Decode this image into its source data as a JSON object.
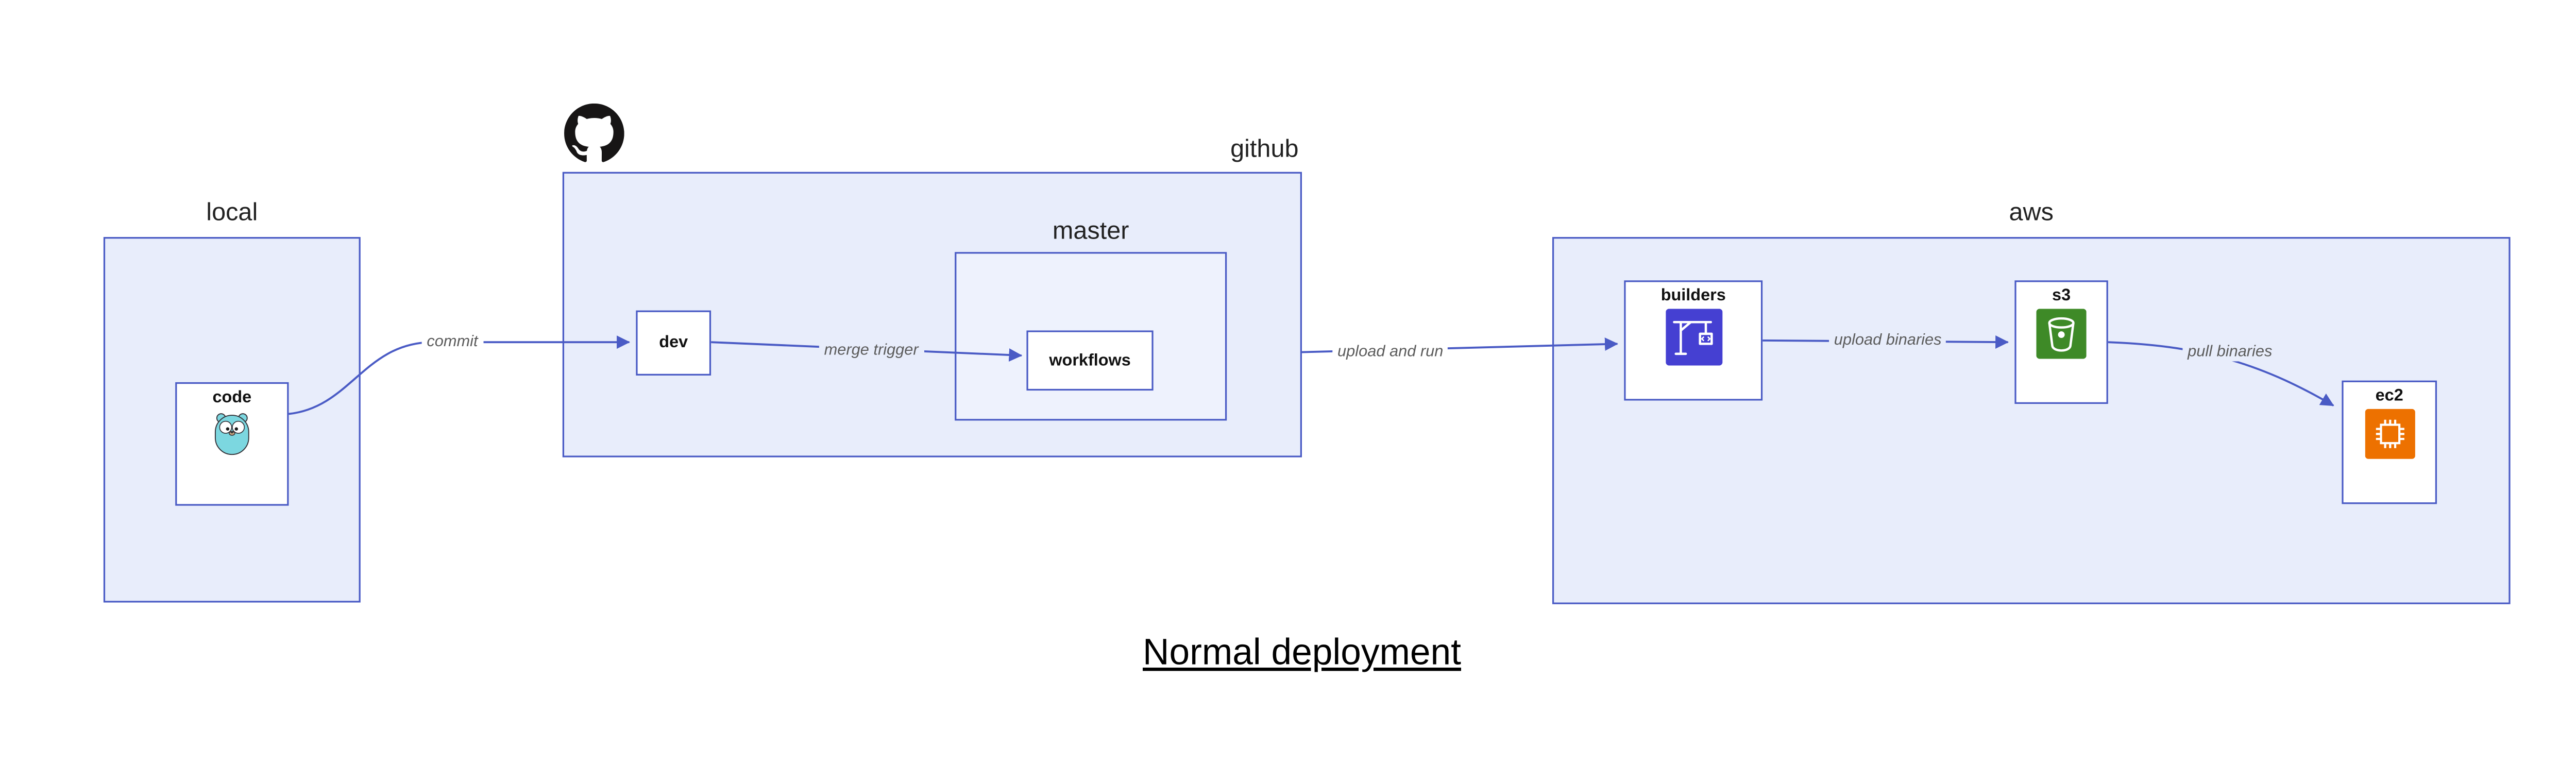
{
  "diagram_title": "Normal deployment",
  "containers": {
    "local": {
      "label": "local"
    },
    "github": {
      "label": "github"
    },
    "master": {
      "label": "master"
    },
    "aws": {
      "label": "aws"
    }
  },
  "nodes": {
    "code": {
      "label": "code",
      "icon": "go-gopher-icon"
    },
    "dev": {
      "label": "dev"
    },
    "workflows": {
      "label": "workflows"
    },
    "builders": {
      "label": "builders",
      "icon": "codebuild-crane-icon"
    },
    "s3": {
      "label": "s3",
      "icon": "s3-bucket-icon"
    },
    "ec2": {
      "label": "ec2",
      "icon": "ec2-chip-icon"
    }
  },
  "edges": {
    "commit": {
      "label": "commit"
    },
    "merge_trigger": {
      "label": "merge trigger"
    },
    "upload_and_run": {
      "label": "upload and run"
    },
    "upload_binaries": {
      "label": "upload binaries"
    },
    "pull_binaries": {
      "label": "pull binaries"
    }
  },
  "icons": {
    "github_logo": "github-octocat-logo-icon"
  },
  "colors": {
    "container_fill": "#e8edfb",
    "container_stroke": "#4a5bc5",
    "edge_stroke": "#4a5bc5",
    "edge_label_gray": "#5c5c5c",
    "codebuild_purple": "#4540d2",
    "s3_green": "#3e8a27",
    "ec2_orange": "#ed7100",
    "gopher_teal": "#7cd7e0",
    "github_black": "#171515"
  }
}
